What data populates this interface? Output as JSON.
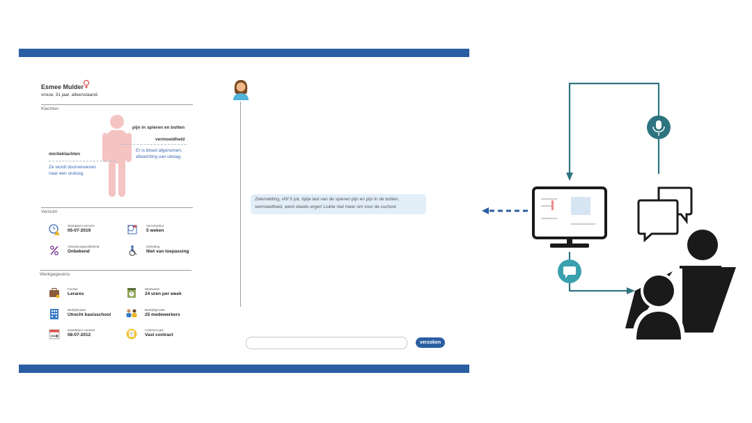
{
  "patient": {
    "name": "Esmee Mulder",
    "gender_icon": "female-symbol-icon",
    "description": "vrouw, 31 jaar, alleenstaand."
  },
  "complaints": {
    "section_title": "Klachten",
    "items": [
      {
        "label": "pijn in spieren en botten"
      },
      {
        "label": "vermoeidheid",
        "note": "Er is bloed afgenomen,\nafwachting van uitslag."
      },
      {
        "label": "mictieklachten",
        "note": "Ze wordt doorverwezen\nnaar een uroloog."
      }
    ]
  },
  "absence": {
    "section_title": "Verzuim",
    "fields": [
      {
        "label": "Startdatum verzuim",
        "value": "05-07-2019",
        "icon": "clock-warning-icon"
      },
      {
        "label": "Verzuimduur",
        "value": "5 weken",
        "icon": "calendar-clock-icon"
      },
      {
        "label": "Arbeidsongeschiktheid",
        "value": "Onbekend",
        "icon": "percent-icon"
      },
      {
        "label": "Uittreding",
        "value": "Niet van toepassing",
        "icon": "wheelchair-icon"
      }
    ]
  },
  "employment": {
    "section_title": "Werkgegevens",
    "fields": [
      {
        "label": "Functie",
        "value": "Lerares",
        "icon": "briefcase-icon"
      },
      {
        "label": "Werkweek",
        "value": "24 uren per week",
        "icon": "timer-icon"
      },
      {
        "label": "Bedrijfsnaam",
        "value": "Utrecht basisschool",
        "icon": "building-icon"
      },
      {
        "label": "Bedrijfsgrootte",
        "value": "25 medewerkers",
        "icon": "people-icon"
      },
      {
        "label": "Startdatum contract",
        "value": "08-07-2012",
        "icon": "calendar-arrow-icon"
      },
      {
        "label": "Contract type",
        "value": "Vast contract",
        "icon": "document-icon"
      }
    ]
  },
  "chat": {
    "message": "Ziekmelding, vNf 5 juli, tijdje last van de spieren pijn en pijn in de botten, vermoeidheid, werd steeds erger/ Liukte niet meer om voor de cschool",
    "input_placeholder": "",
    "send_label": "verzoken"
  },
  "colors": {
    "brand_blue": "#2a5ea3",
    "teal": "#2e7480",
    "figure_pink": "#f4c4c3",
    "bubble_bg": "#e2eef8",
    "dark": "#1a1a1a"
  },
  "diagram_icons": [
    "monitor-icon",
    "microphone-icon",
    "chat-bubble-icon",
    "speech-bubbles-icon",
    "two-people-icon"
  ]
}
